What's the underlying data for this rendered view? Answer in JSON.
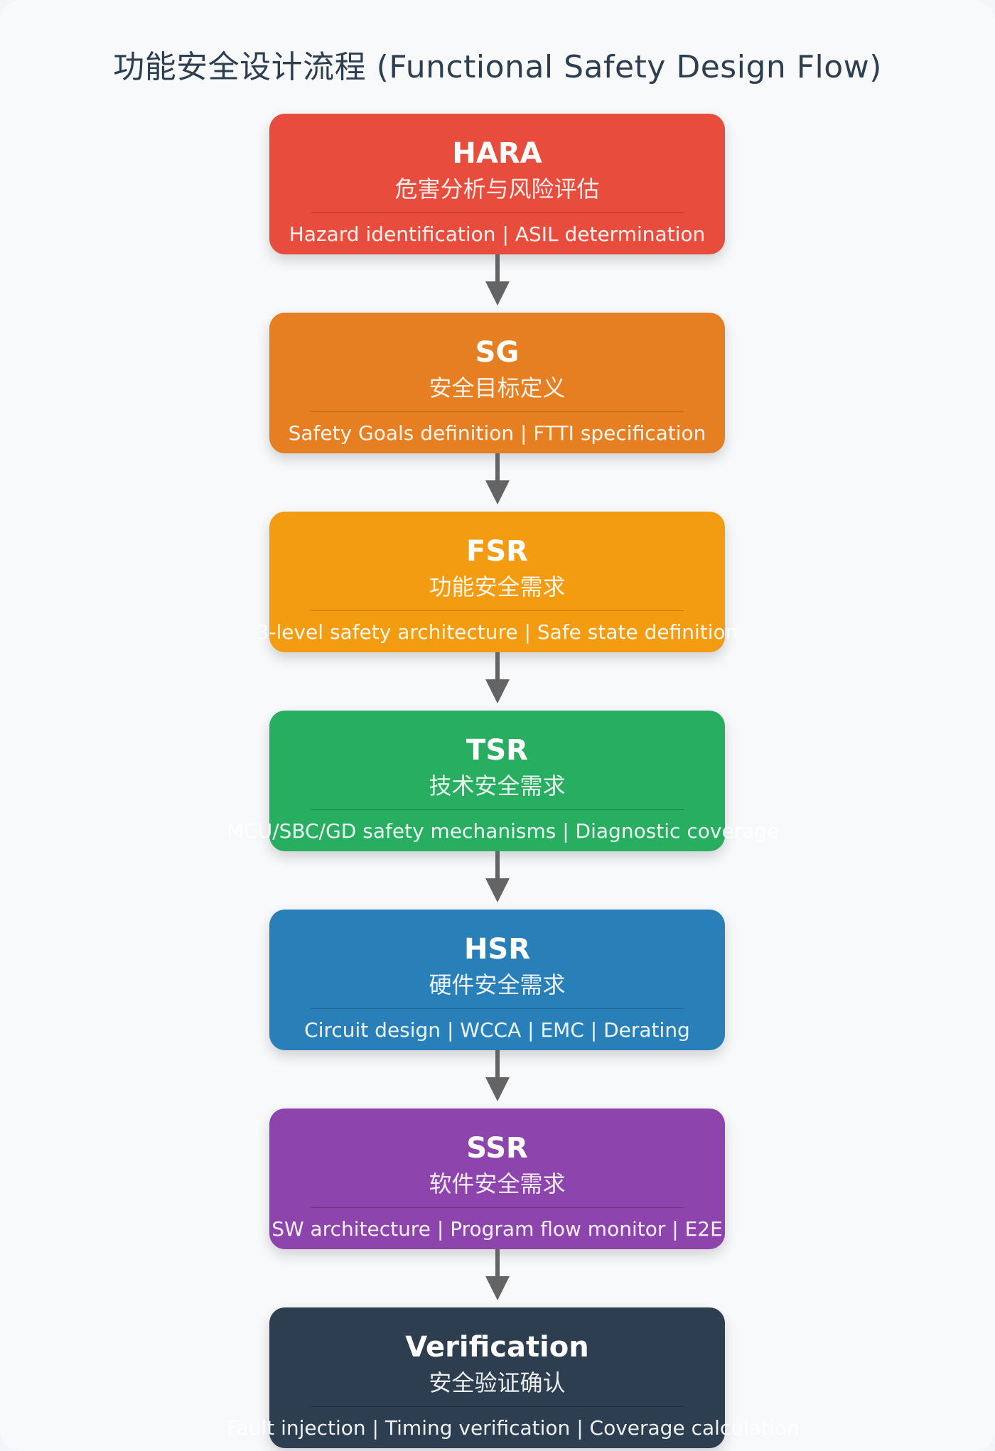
{
  "page_title": "功能安全设计流程 (Functional Safety Design Flow)",
  "steps": [
    {
      "title": "HARA",
      "subtitle": "危害分析与风险评估",
      "desc": "Hazard identification | ASIL determination",
      "color": "#e74c3c"
    },
    {
      "title": "SG",
      "subtitle": "安全目标定义",
      "desc": "Safety Goals definition | FTTI specification",
      "color": "#e67e22"
    },
    {
      "title": "FSR",
      "subtitle": "功能安全需求",
      "desc": "3-level safety architecture | Safe state definition",
      "color": "#f39c12"
    },
    {
      "title": "TSR",
      "subtitle": "技术安全需求",
      "desc": "MCU/SBC/GD safety mechanisms | Diagnostic coverage",
      "color": "#27ae60"
    },
    {
      "title": "HSR",
      "subtitle": "硬件安全需求",
      "desc": "Circuit design | WCCA | EMC | Derating",
      "color": "#2980b9"
    },
    {
      "title": "SSR",
      "subtitle": "软件安全需求",
      "desc": "SW architecture | Program flow monitor | E2E",
      "color": "#8e44ad"
    },
    {
      "title": "Verification",
      "subtitle": "安全验证确认",
      "desc": "Fault injection | Timing verification | Coverage calculation",
      "color": "#2c3e50"
    }
  ],
  "arrow_color": "#646464"
}
